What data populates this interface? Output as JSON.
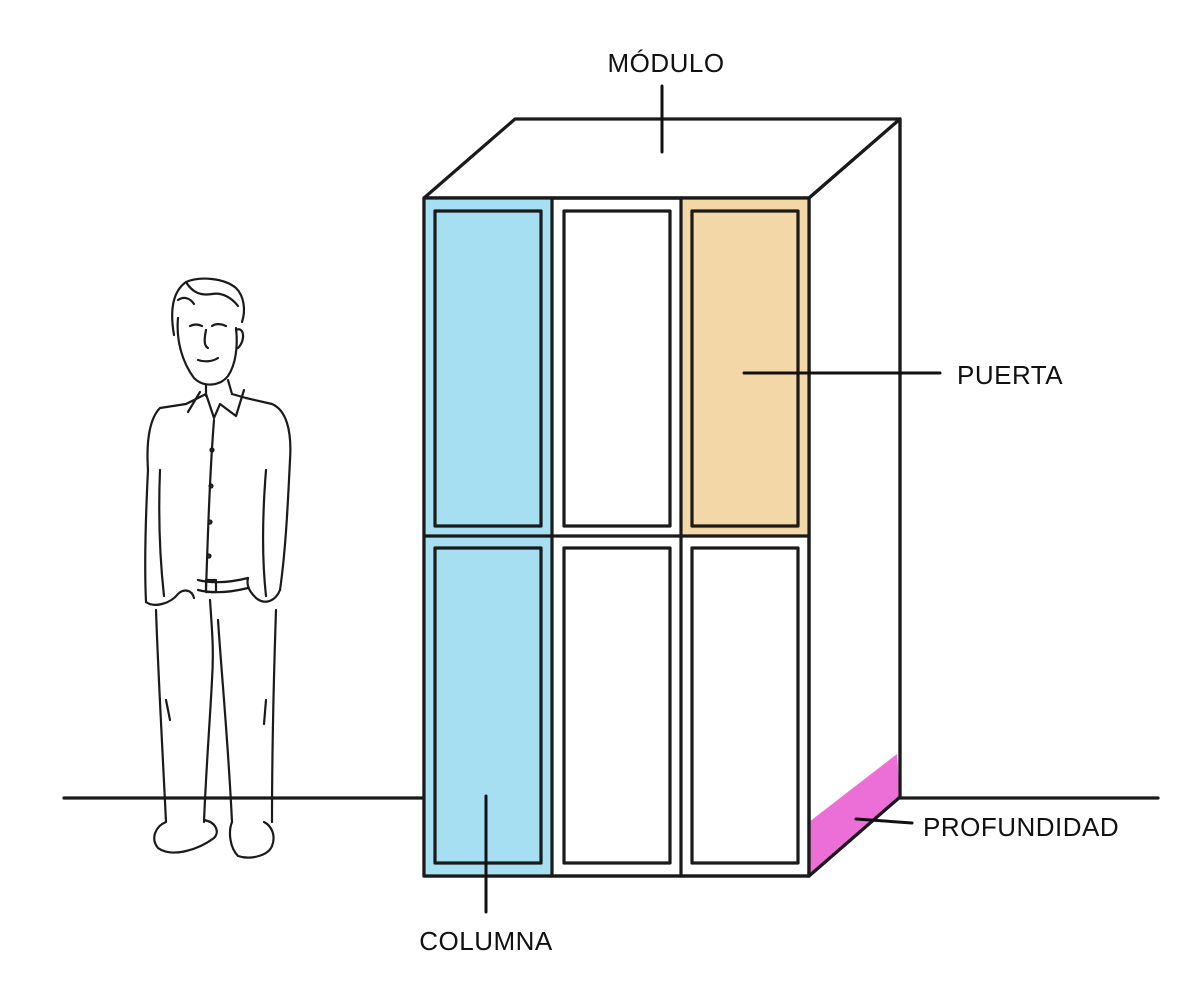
{
  "labels": {
    "modulo": "MÓDULO",
    "puerta": "PUERTA",
    "profundidad": "PROFUNDIDAD",
    "columna": "COLUMNA"
  },
  "colors": {
    "column_highlight": "#a7dff2",
    "door_highlight": "#f3d7a6",
    "depth_highlight": "#ec6fd8",
    "door_default": "#ececec",
    "top_face": "#f4f4f4",
    "side_face": "#dcdcdc"
  },
  "figure": {
    "person": "person-sketch"
  }
}
